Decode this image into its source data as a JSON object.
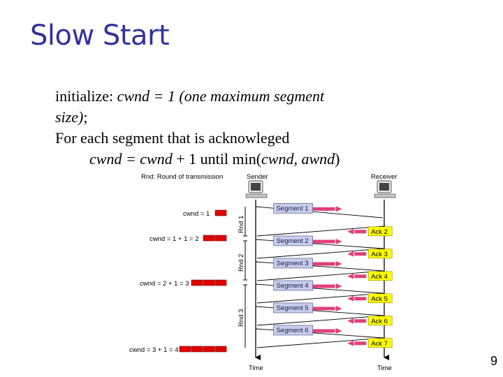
{
  "slide": {
    "title": "Slow Start",
    "page_number": "9",
    "text": {
      "l1_plain": "initialize: ",
      "l1_italic": "cwnd = 1 (one maximum segment",
      "l2_italic": "size)",
      "l2_plain": ";",
      "l3": "For each segment that is acknowleged",
      "l4_italic_a": "cwnd = cwnd",
      "l4_plain_a": " + 1 until min(",
      "l4_italic_b": "cwnd, awnd",
      "l4_plain_b": ")"
    }
  },
  "diagram": {
    "legend": "Rnd: Round of transmission",
    "sender_label": "Sender",
    "receiver_label": "Receiver",
    "time_label": "Time",
    "round_labels": [
      "Rnd 1",
      "Rnd 2",
      "Rnd 3"
    ],
    "cwnd_labels": [
      "cwnd = 1",
      "cwnd = 1 + 1 = 2",
      "cwnd = 2 + 1 = 3",
      "cwnd = 3 + 1 = 4"
    ],
    "cwnd_values": [
      1,
      2,
      3,
      4
    ],
    "segments": [
      "Segment 1",
      "Segment 2",
      "Segment 3",
      "Segment 4",
      "Segment 5",
      "Segment 6"
    ],
    "acks": [
      "Ack 2",
      "Ack 3",
      "Ack 4",
      "Ack 5",
      "Ack 6",
      "Ack 7"
    ],
    "colors": {
      "segment_fill": "#c7cdea",
      "segment_arrow": "#e0407a",
      "ack_fill": "#ffff00",
      "ack_arrow": "#e0407a",
      "cwnd_block": "#e00000",
      "title": "#333399"
    }
  }
}
